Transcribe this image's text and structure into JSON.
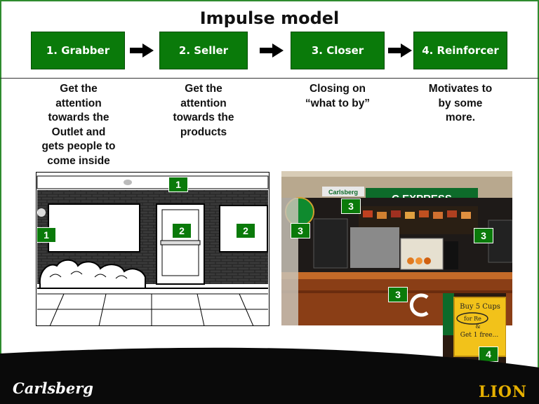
{
  "title": "Impulse model",
  "steps": [
    {
      "label": "1. Grabber"
    },
    {
      "label": "2. Seller"
    },
    {
      "label": "3. Closer"
    },
    {
      "label": "4. Reinforcer"
    }
  ],
  "descriptions": [
    {
      "lines": [
        "Get the",
        "attention",
        "towards the",
        "Outlet and",
        "gets people to",
        "come inside"
      ]
    },
    {
      "lines": [
        "Get the",
        "attention",
        "towards the",
        "products"
      ]
    },
    {
      "lines": [
        "Closing on",
        "“what to by”"
      ]
    },
    {
      "lines": [
        "Motivates to",
        "by some",
        "more."
      ]
    }
  ],
  "badges": {
    "sketch_top": "1",
    "sketch_left": "1",
    "sketch_door": "2",
    "sketch_right": "2",
    "photo_top": "3",
    "photo_left": "3",
    "photo_right": "3",
    "photo_counter": "3",
    "inset": "4"
  },
  "photo_signs": {
    "express": "C EXPRESS",
    "carlsberg": "Carlsberg"
  },
  "inset_sign": {
    "line1": "Buy 5 Cups",
    "line2": "for Re",
    "line3": "&",
    "line4": "Get 1 free..."
  },
  "footer": {
    "brand_left": "Carlsberg",
    "brand_right": "LION"
  },
  "colors": {
    "step_green": "#0a7a0a",
    "frame_green": "#2e8b2e",
    "lion_gold": "#e6b000"
  }
}
